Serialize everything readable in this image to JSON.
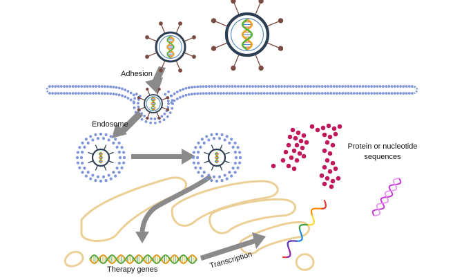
{
  "labels": {
    "adhesion": "Adhesion",
    "endosome": "Endosome",
    "protein_line1": "Protein or nucleotide",
    "protein_line2": "sequences",
    "therapy_genes": "Therapy genes",
    "transcription": "Transcription"
  },
  "colors": {
    "membrane": "#7f93d8",
    "arrow": "#8a8a8a",
    "organelle": "#eccf96",
    "virus_ring": "#2d3d52",
    "virus_spike": "#7a4a44",
    "dots": "#c2185b",
    "magenta_helix": "#c43ad6"
  },
  "icons": [
    "virus-particle-icon",
    "dna-helix-icon",
    "endosome-vesicle-icon",
    "rna-strand-icon"
  ]
}
